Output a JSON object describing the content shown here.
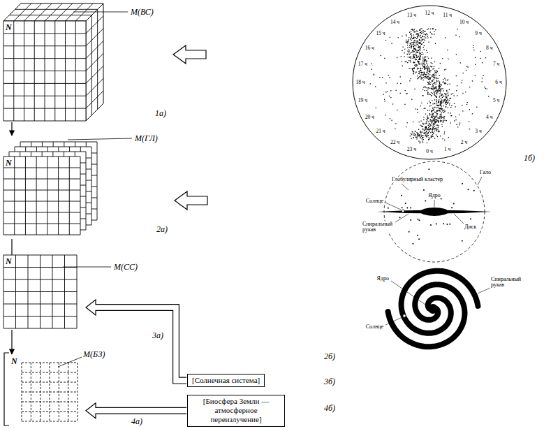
{
  "diagram": {
    "nodes": [
      {
        "text": [
          "N",
          "M(ВС)"
        ]
      },
      {
        "text": [
          "N",
          "M(ГЛ)"
        ]
      },
      {
        "text": [
          "N",
          "M(СС)"
        ]
      },
      {
        "text": [
          "N",
          "M(БЗ)"
        ]
      },
      {
        "text": [
          "[Солнечная система]"
        ]
      },
      {
        "text": [
          "[Биосфера Земли — атмосферное переизлучение]"
        ]
      }
    ],
    "edges": [
      {
        "from": 0,
        "to": 1,
        "arrow": "to"
      },
      {
        "from": 1,
        "to": 2,
        "arrow": "to"
      },
      {
        "from": 2,
        "to": 3,
        "arrow": "to"
      },
      {
        "from": 4,
        "to": 2,
        "arrow": "to"
      },
      {
        "from": 5,
        "to": 3,
        "arrow": "to"
      }
    ],
    "labels": [
      "1а)",
      "2а)",
      "3а)",
      "4а)",
      "1б)",
      "2б)",
      "3б)",
      "4б)",
      "0 ч",
      "1 ч",
      "2 ч",
      "3 ч",
      "4 ч",
      "5 ч",
      "6 ч",
      "7 ч",
      "8 ч",
      "9 ч",
      "10 ч",
      "11 ч",
      "12 ч",
      "13 ч",
      "14 ч",
      "15 ч",
      "16 ч",
      "17 ч",
      "18 ч",
      "19 ч",
      "20 ч",
      "21 ч",
      "22 ч",
      "23 ч",
      "Глобулярный кластер",
      "Гало",
      "Солнце",
      "Ядро",
      "Спиральный рукав",
      "Диск",
      "Ядро",
      "Спиральный рукав",
      "Солнце"
    ]
  }
}
